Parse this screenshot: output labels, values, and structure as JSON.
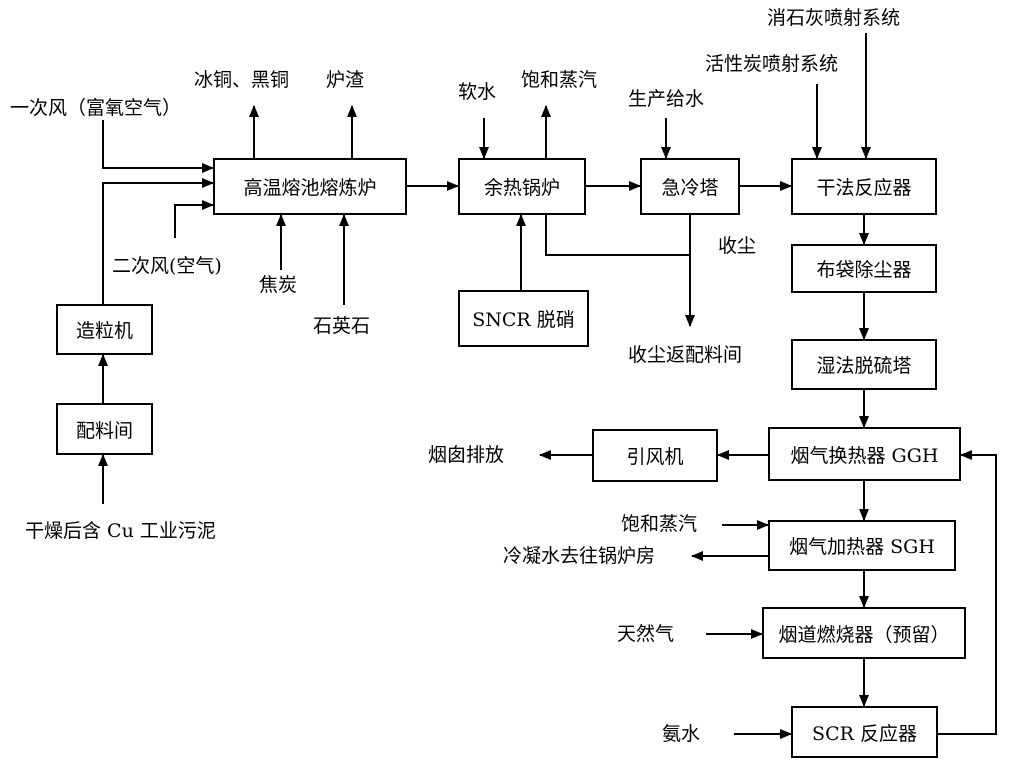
{
  "boxes": {
    "smelter": "高温熔池熔炼炉",
    "boiler": "余热锅炉",
    "quench": "急冷塔",
    "dry_reactor": "干法反应器",
    "bag_filter": "布袋除尘器",
    "wet_fgd": "湿法脱硫塔",
    "ggh": "烟气换热器 GGH",
    "sgh": "烟气加热器 SGH",
    "duct_burner": "烟道燃烧器（预留）",
    "scr": "SCR 反应器",
    "fan": "引风机",
    "sncr": "SNCR 脱硝",
    "granulator": "造粒机",
    "batching": "配料间"
  },
  "labels": {
    "primary_air": "一次风（富氧空气）",
    "secondary_air": "二次风(空气)",
    "matte": "冰铜、黑铜",
    "slag": "炉渣",
    "coke": "焦炭",
    "quartz": "石英石",
    "soft_water": "软水",
    "saturated_steam_out": "饱和蒸汽",
    "production_water": "生产给水",
    "activated_carbon": "活性炭喷射系统",
    "lime": "消石灰喷射系统",
    "dust_collect": "收尘",
    "dust_return": "收尘返配料间",
    "stack": "烟囱排放",
    "steam_in": "饱和蒸汽",
    "condensate": "冷凝水去往锅炉房",
    "natural_gas": "天然气",
    "ammonia": "氨水",
    "sludge": "干燥后含 Cu 工业污泥"
  }
}
